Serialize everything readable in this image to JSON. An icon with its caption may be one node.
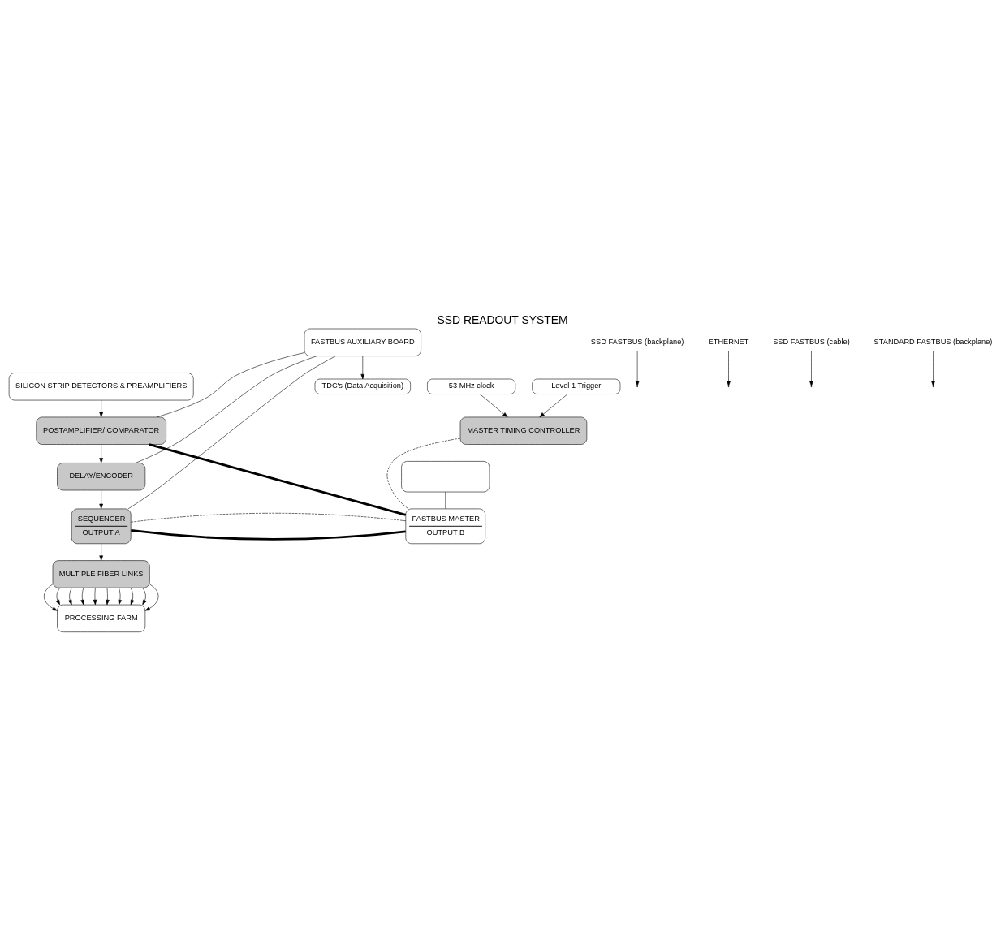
{
  "diagram": {
    "title": "SSD READOUT SYSTEM",
    "nodes": [
      {
        "text": [
          "SILICON STRIP DETECTORS & PREAMPLIFIERS"
        ]
      },
      {
        "text": [
          "POSTAMPLIFIER/ COMPARATOR"
        ]
      },
      {
        "text": [
          "DELAY/ENCODER"
        ]
      },
      {
        "text": [
          "SEQUENCER",
          "OUTPUT A"
        ]
      },
      {
        "text": [
          "MULTIPLE FIBER LINKS"
        ]
      },
      {
        "text": [
          "PROCESSING FARM"
        ]
      },
      {
        "text": [
          "FASTBUS AUXILIARY BOARD"
        ]
      },
      {
        "text": [
          "TDC's (Data Acquisition)"
        ]
      },
      {
        "text": [
          "53 MHz clock"
        ]
      },
      {
        "text": [
          "Level 1 Trigger"
        ]
      },
      {
        "text": [
          "MASTER TIMING CONTROLLER"
        ]
      },
      {
        "text": [],
        "shape": "box"
      },
      {
        "text": [
          "FASTBUS MASTER",
          "OUTPUT B"
        ]
      },
      {
        "text": [
          "SSD FASTBUS (backplane)"
        ]
      },
      {
        "text": [
          "ETHERNET"
        ]
      },
      {
        "text": [
          "SSD FASTBUS (cable)"
        ]
      },
      {
        "text": [
          "STANDARD FASTBUS (backplane)"
        ]
      }
    ],
    "edges": [
      {
        "from": 0,
        "to": 1,
        "arrow": "to"
      },
      {
        "from": 1,
        "to": 2,
        "arrow": "to"
      },
      {
        "from": 2,
        "to": 3,
        "arrow": "to"
      },
      {
        "from": 3,
        "to": 4,
        "arrow": "to"
      },
      {
        "from": 4,
        "to": 5,
        "arrow": "to"
      },
      {
        "from": 4,
        "to": 5,
        "arrow": "to"
      },
      {
        "from": 4,
        "to": 5,
        "arrow": "to"
      },
      {
        "from": 4,
        "to": 5,
        "arrow": "to"
      },
      {
        "from": 4,
        "to": 5,
        "arrow": "to"
      },
      {
        "from": 4,
        "to": 5,
        "arrow": "to"
      },
      {
        "from": 4,
        "to": 5,
        "arrow": "to"
      },
      {
        "from": 4,
        "to": 5,
        "arrow": "to"
      },
      {
        "from": 4,
        "to": 5,
        "arrow": "to"
      },
      {
        "from": 4,
        "to": 5,
        "arrow": "to"
      },
      {
        "from": 6,
        "to": 7,
        "arrow": "to"
      },
      {
        "from": 8,
        "to": 10,
        "arrow": "to"
      },
      {
        "from": 9,
        "to": 10,
        "arrow": "to"
      },
      {
        "from": 6,
        "to": 1,
        "arrow": "none"
      },
      {
        "from": 6,
        "to": 2,
        "arrow": "none"
      },
      {
        "from": 6,
        "to": 3,
        "arrow": "none"
      },
      {
        "from": 1,
        "to": 12,
        "arrow": "none",
        "style": "thick"
      },
      {
        "from": 3,
        "to": 12,
        "arrow": "none",
        "style": "thick"
      },
      {
        "from": 3,
        "to": 12,
        "arrow": "none",
        "style": "dashed"
      },
      {
        "from": 10,
        "to": 12,
        "arrow": "none",
        "style": "dashed"
      },
      {
        "from": 11,
        "to": 12,
        "arrow": "none"
      },
      {
        "from": 13,
        "to": null,
        "arrow": "to"
      },
      {
        "from": 14,
        "to": null,
        "arrow": "to"
      },
      {
        "from": 15,
        "to": null,
        "arrow": "to"
      },
      {
        "from": 16,
        "to": null,
        "arrow": "to"
      }
    ]
  }
}
